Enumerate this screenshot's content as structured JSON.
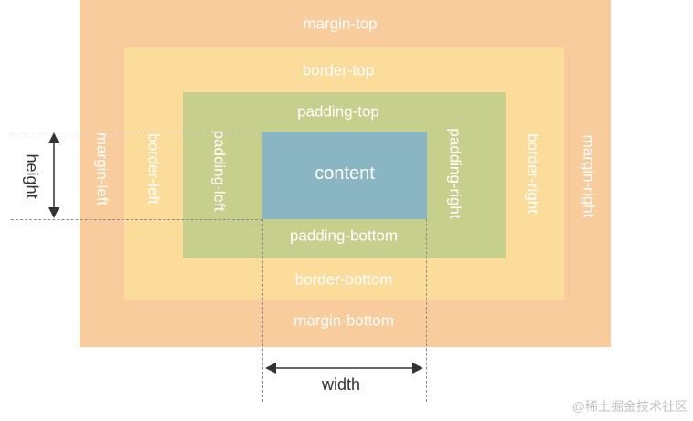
{
  "colors": {
    "margin": "#f8cc9d",
    "border": "#fbdc9b",
    "padding": "#c6cf8b",
    "content": "#89b6c2",
    "label_text": "#ffffff",
    "guide_line": "#8c8c8c",
    "dimension_text": "#333333",
    "arrow": "#333333",
    "watermark": "#c2c2c2"
  },
  "margin": {
    "top": "margin-top",
    "right": "margin-right",
    "bottom": "margin-bottom",
    "left": "margin-left"
  },
  "border": {
    "top": "border-top",
    "right": "border-right",
    "bottom": "border-bottom",
    "left": "border-left"
  },
  "padding": {
    "top": "padding-top",
    "right": "padding-right",
    "bottom": "padding-bottom",
    "left": "padding-left"
  },
  "content": {
    "label": "content"
  },
  "dimensions": {
    "height": "height",
    "width": "width"
  },
  "watermark": "@稀土掘金技术社区"
}
